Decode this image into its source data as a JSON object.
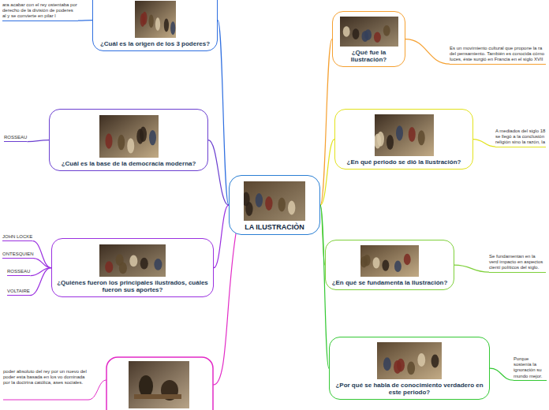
{
  "diagram": {
    "nodes": [
      {
        "text": [
          "LA ILUSTRACIÒN"
        ]
      },
      {
        "text": [
          "¿Cuál es la origen de los 3 poderes?"
        ]
      },
      {
        "text": [
          "ara acabar con el rey ostentaba por derecho de la división de poderes al y se convierte en pilar l"
        ]
      },
      {
        "text": [
          "¿Qué fue la Ilustración?"
        ]
      },
      {
        "text": [
          "Es un movimiento cultural que propone la ra del pensamiento. También es conocida cómo luces, éste surgió en Francia en el siglo XVII"
        ]
      },
      {
        "text": [
          "¿Cuál es la base de la democracia moderna?"
        ]
      },
      {
        "text": [
          "ROSSEAU"
        ]
      },
      {
        "text": [
          "¿En qué periodo se dió la Ilustración?"
        ]
      },
      {
        "text": [
          "A mediados del siglo 18 se llegó a la conclusión religión sino la razón, la"
        ]
      },
      {
        "text": [
          "¿Quiénes fueron los principales ilustrados, cuáles fueron sus aportes?"
        ]
      },
      {
        "text": [
          "JOHN LOCKE"
        ]
      },
      {
        "text": [
          "ONTESQUIEN"
        ]
      },
      {
        "text": [
          "ROSSEAU"
        ]
      },
      {
        "text": [
          "VOLTAIRE"
        ]
      },
      {
        "text": [
          "¿En qué se fundamenta la Ilustración?"
        ]
      },
      {
        "text": [
          "Se fundamentan en la verd impacto en aspectos cientí políticos del siglo."
        ]
      },
      {
        "text": [
          "¿Por qué se habla de conocimiento verdadero en este periodo?"
        ]
      },
      {
        "text": [
          "Porque sostenía la ignoración su mundo mejor."
        ]
      }
    ],
    "edges": [
      {
        "from": 0,
        "to": 1,
        "arrow": "none"
      },
      {
        "from": 1,
        "to": 2,
        "arrow": "none"
      },
      {
        "from": 0,
        "to": 3,
        "arrow": "none"
      },
      {
        "from": 3,
        "to": 4,
        "arrow": "none"
      },
      {
        "from": 0,
        "to": 5,
        "arrow": "none"
      },
      {
        "from": 5,
        "to": 6,
        "arrow": "none"
      },
      {
        "from": 0,
        "to": 7,
        "arrow": "none"
      },
      {
        "from": 7,
        "to": 8,
        "arrow": "none"
      },
      {
        "from": 0,
        "to": 9,
        "arrow": "none"
      },
      {
        "from": 9,
        "to": 10,
        "arrow": "none"
      },
      {
        "from": 9,
        "to": 11,
        "arrow": "none"
      },
      {
        "from": 9,
        "to": 12,
        "arrow": "none"
      },
      {
        "from": 9,
        "to": 13,
        "arrow": "none"
      },
      {
        "from": 0,
        "to": 14,
        "arrow": "none"
      },
      {
        "from": 14,
        "to": 15,
        "arrow": "none"
      },
      {
        "from": 0,
        "to": 16,
        "arrow": "none"
      },
      {
        "from": 16,
        "to": 17,
        "arrow": "none"
      }
    ],
    "labels": [
      "poder absoluto del rey por un nuevo del poder esta basada en los vo dominada por la doctrina católica, ases sociales."
    ]
  }
}
